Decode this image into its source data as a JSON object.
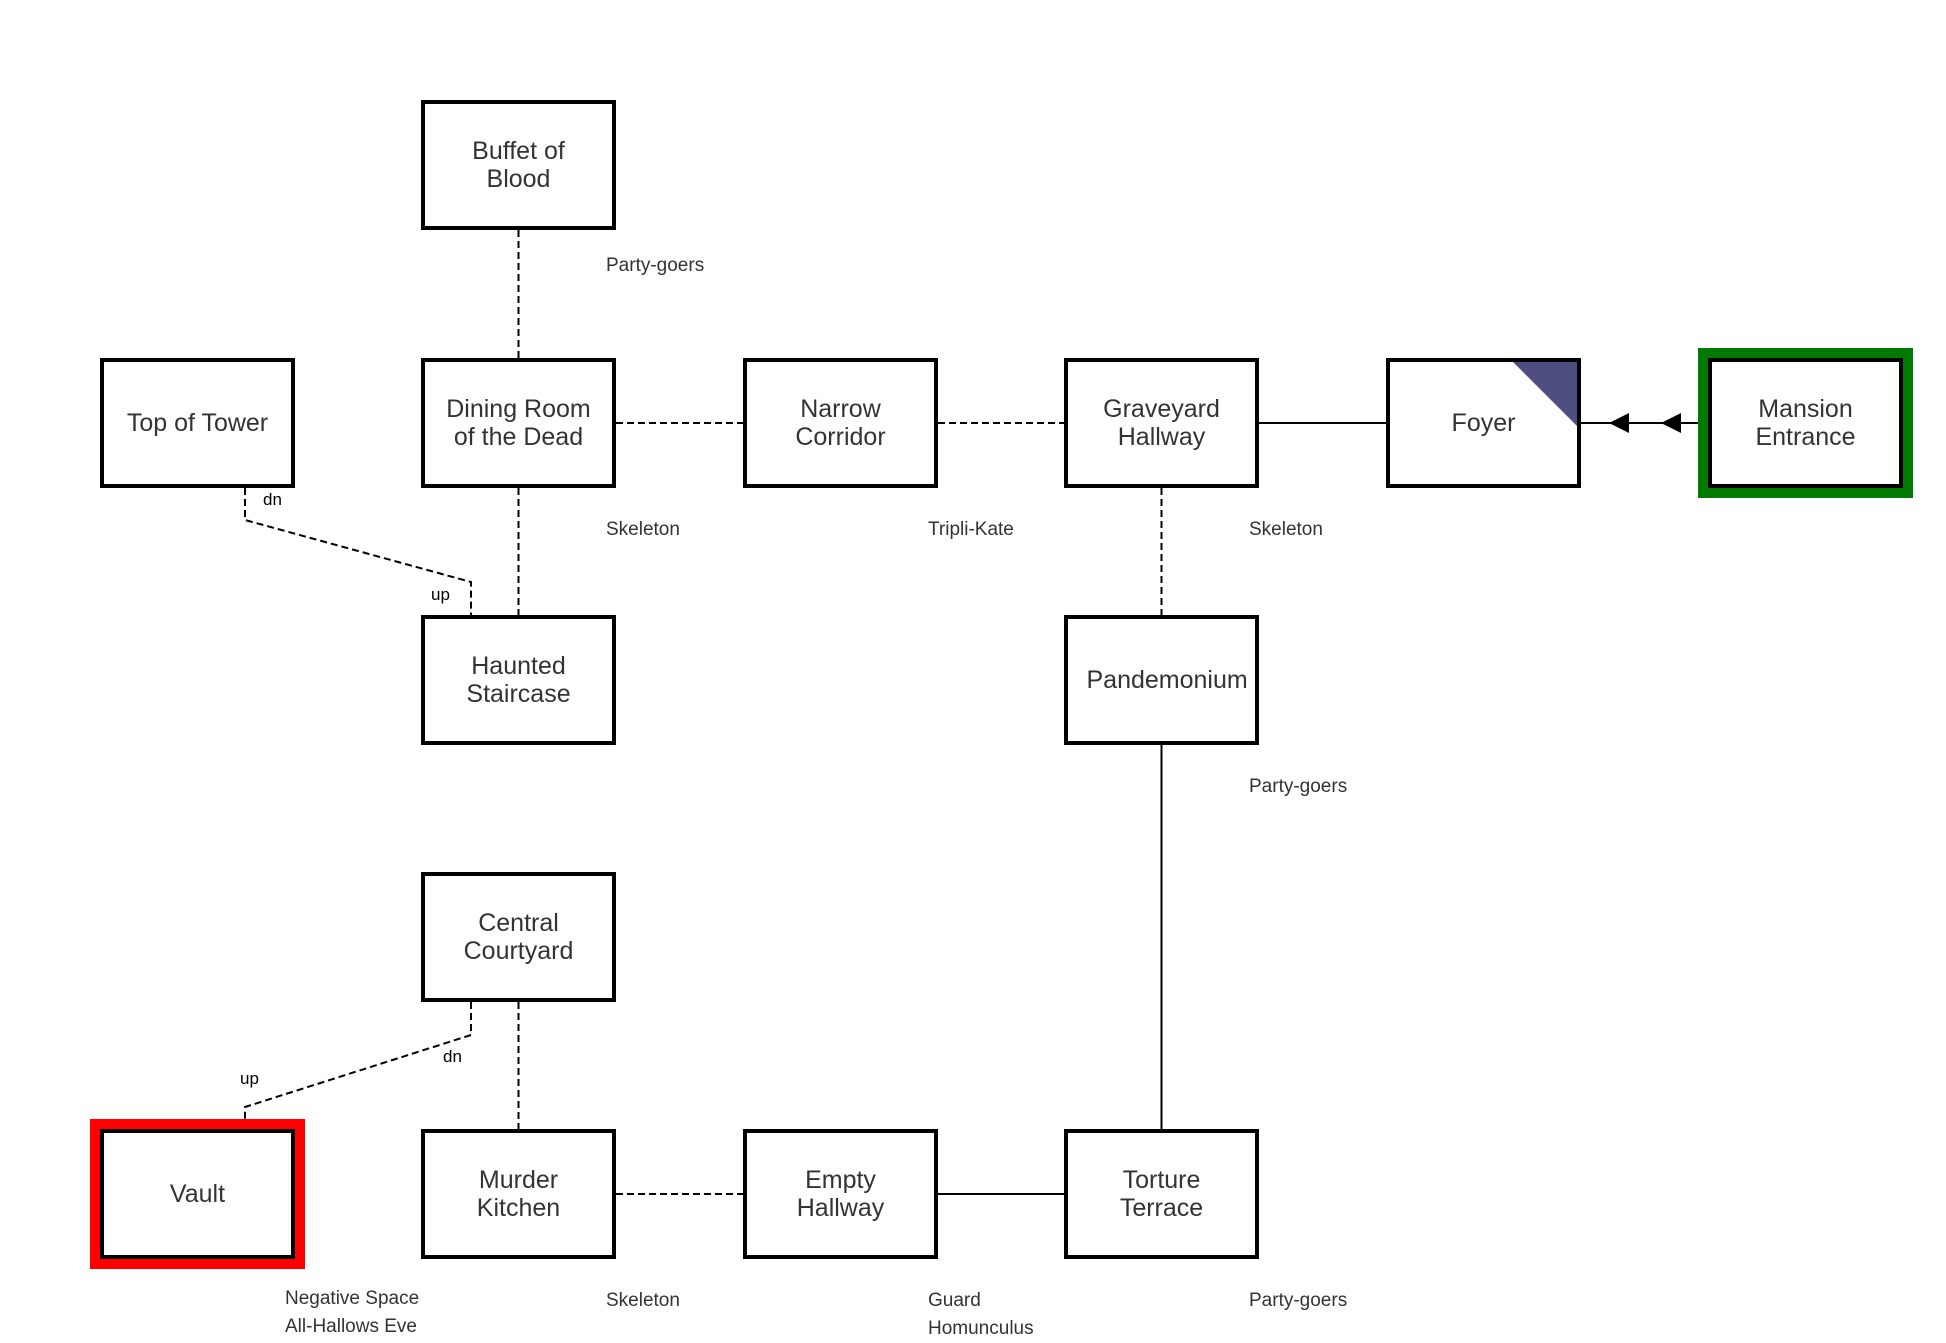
{
  "rooms": [
    {
      "id": "buffet",
      "name": "Buffet of Blood",
      "col": 1,
      "row": 0
    },
    {
      "id": "tower",
      "name": "Top of Tower",
      "col": 0,
      "row": 1
    },
    {
      "id": "dining",
      "name": "Dining Room of the Dead",
      "col": 1,
      "row": 1
    },
    {
      "id": "narrow",
      "name": "Narrow Corridor",
      "col": 2,
      "row": 1
    },
    {
      "id": "graveyard",
      "name": "Graveyard Hallway",
      "col": 3,
      "row": 1
    },
    {
      "id": "foyer",
      "name": "Foyer",
      "col": 4,
      "row": 1,
      "marker": true
    },
    {
      "id": "entrance",
      "name": "Mansion Entrance",
      "col": 5,
      "row": 1,
      "status": "start"
    },
    {
      "id": "haunted",
      "name": "Haunted Staircase",
      "col": 1,
      "row": 2
    },
    {
      "id": "pandemonium",
      "name": "Pandemonium",
      "col": 3,
      "row": 2
    },
    {
      "id": "courtyard",
      "name": "Central Courtyard",
      "col": 1,
      "row": 3
    },
    {
      "id": "vault",
      "name": "Vault",
      "col": 0,
      "row": 4,
      "status": "goal"
    },
    {
      "id": "kitchen",
      "name": "Murder Kitchen",
      "col": 1,
      "row": 4
    },
    {
      "id": "empty",
      "name": "Empty Hallway",
      "col": 2,
      "row": 4
    },
    {
      "id": "torture",
      "name": "Torture Terrace",
      "col": 3,
      "row": 4
    }
  ],
  "connections": [
    {
      "from": "buffet",
      "to": "dining",
      "style": "dashed"
    },
    {
      "from": "dining",
      "to": "narrow",
      "style": "dashed"
    },
    {
      "from": "narrow",
      "to": "graveyard",
      "style": "dashed"
    },
    {
      "from": "graveyard",
      "to": "foyer",
      "style": "solid"
    },
    {
      "from": "entrance",
      "to": "foyer",
      "style": "one-way"
    },
    {
      "from": "dining",
      "to": "haunted",
      "style": "dashed"
    },
    {
      "from": "graveyard",
      "to": "pandemonium",
      "style": "dashed"
    },
    {
      "from": "pandemonium",
      "to": "torture",
      "style": "solid"
    },
    {
      "from": "courtyard",
      "to": "kitchen",
      "style": "dashed"
    },
    {
      "from": "kitchen",
      "to": "empty",
      "style": "dashed"
    },
    {
      "from": "empty",
      "to": "torture",
      "style": "solid"
    },
    {
      "from": "tower",
      "to": "haunted",
      "style": "stairs",
      "from_label": "dn",
      "to_label": "up"
    },
    {
      "from": "courtyard",
      "to": "vault",
      "style": "stairs",
      "from_label": "dn",
      "to_label": "up"
    }
  ],
  "encounters": [
    {
      "room": "buffet",
      "lines": [
        "Party-goers"
      ]
    },
    {
      "room": "dining",
      "lines": [
        "Skeleton"
      ]
    },
    {
      "room": "narrow",
      "lines": [
        "Tripli-Kate"
      ]
    },
    {
      "room": "graveyard",
      "lines": [
        "Skeleton"
      ]
    },
    {
      "room": "pandemonium",
      "lines": [
        "Party-goers"
      ]
    },
    {
      "room": "vault",
      "lines": [
        "Negative Space",
        "All-Hallows Eve"
      ]
    },
    {
      "room": "kitchen",
      "lines": [
        "Skeleton"
      ]
    },
    {
      "room": "empty",
      "lines": [
        "Guard",
        "Homunculus"
      ]
    },
    {
      "room": "torture",
      "lines": [
        "Party-goers"
      ]
    }
  ],
  "colors": {
    "start": "#007a00",
    "goal": "#ff0000",
    "marker": "#4d4d7f",
    "text": "#333333"
  }
}
